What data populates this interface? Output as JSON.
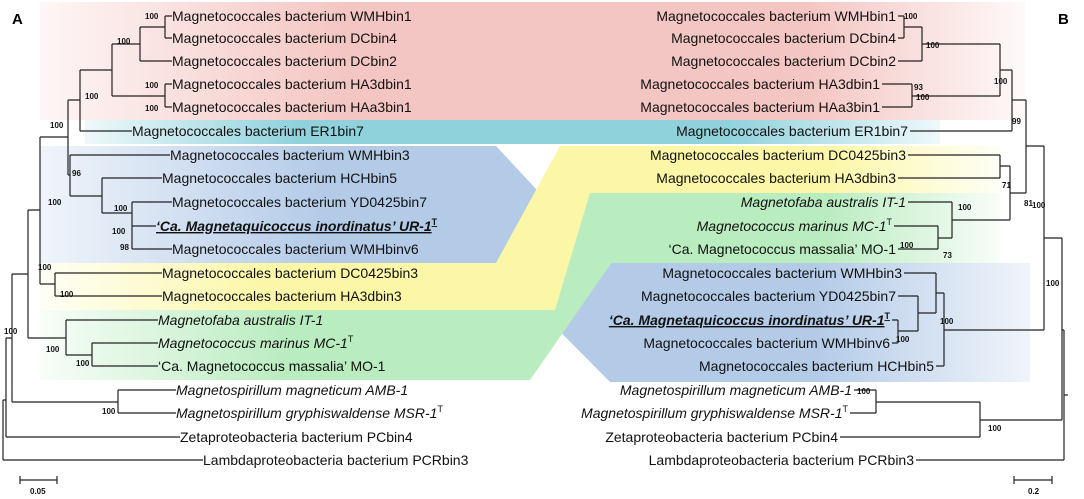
{
  "panels": {
    "a": "A",
    "b": "B"
  },
  "scale_a": "0.05",
  "scale_b": "0.2",
  "colors": {
    "red": "#f4c6c3",
    "cyan": "#8fd2dc",
    "blue": "#b4cbe8",
    "yellow": "#fbf7a6",
    "green": "#b9ecbf",
    "line": "#222222"
  },
  "tree_a": {
    "leaves": [
      {
        "id": "WMHbin1",
        "text": "Magnetococcales bacterium WMHbin1"
      },
      {
        "id": "DCbin4",
        "text": "Magnetococcales bacterium DCbin4"
      },
      {
        "id": "DCbin2",
        "text": "Magnetococcales bacterium DCbin2"
      },
      {
        "id": "HA3dbin1",
        "text": "Magnetococcales bacterium HA3dbin1"
      },
      {
        "id": "HAa3bin1",
        "text": "Magnetococcales bacterium HAa3bin1"
      },
      {
        "id": "ER1bin7",
        "text": "Magnetococcales bacterium ER1bin7"
      },
      {
        "id": "WMHbin3",
        "text": "Magnetococcales bacterium WMHbin3"
      },
      {
        "id": "HCHbin5",
        "text": "Magnetococcales bacterium HCHbin5"
      },
      {
        "id": "YD0425bin7",
        "text": "Magnetococcales bacterium YD0425bin7"
      },
      {
        "id": "UR1",
        "text": "‘Ca. Magnetaquicoccus inordinatus’ UR-1",
        "sup": "T"
      },
      {
        "id": "WMHbinv6",
        "text": "Magnetococcales bacterium WMHbinv6"
      },
      {
        "id": "DC0425bin3",
        "text": "Magnetococcales bacterium DC0425bin3"
      },
      {
        "id": "HA3dbin3",
        "text": "Magnetococcales bacterium HA3dbin3"
      },
      {
        "id": "IT1",
        "text": "Magnetofaba australis IT-1"
      },
      {
        "id": "MC1",
        "text": "Magnetococcus marinus MC-1",
        "sup": "T"
      },
      {
        "id": "MO1",
        "text": "‘Ca. Magnetococcus massalia’ MO-1"
      },
      {
        "id": "AMB1",
        "text": "Magnetospirillum magneticum AMB-1"
      },
      {
        "id": "MSR1",
        "text": "Magnetospirillum gryphiswaldense MSR-1",
        "sup": "T"
      },
      {
        "id": "PCbin4",
        "text": "Zetaproteobacteria bacterium PCbin4"
      },
      {
        "id": "PCRbin3",
        "text": "Lambdaproteobacteria bacterium PCRbin3"
      }
    ],
    "bootstrap": [
      "100",
      "100",
      "100",
      "100",
      "100",
      "96",
      "100",
      "100",
      "98",
      "100",
      "100",
      "100",
      "100",
      "100",
      "100",
      "100",
      "100"
    ]
  },
  "tree_b": {
    "leaves": [
      {
        "id": "WMHbin1",
        "text": "Magnetococcales bacterium WMHbin1"
      },
      {
        "id": "DCbin4",
        "text": "Magnetococcales bacterium DCbin4"
      },
      {
        "id": "DCbin2",
        "text": "Magnetococcales bacterium DCbin2"
      },
      {
        "id": "HA3dbin1",
        "text": "Magnetococcales bacterium HA3dbin1"
      },
      {
        "id": "HAa3bin1",
        "text": "Magnetococcales bacterium HAa3bin1"
      },
      {
        "id": "ER1bin7",
        "text": "Magnetococcales bacterium ER1bin7"
      },
      {
        "id": "DC0425bin3",
        "text": "Magnetococcales bacterium DC0425bin3"
      },
      {
        "id": "HA3dbin3",
        "text": "Magnetococcales bacterium HA3dbin3"
      },
      {
        "id": "IT1",
        "text": "Magnetofaba australis IT-1"
      },
      {
        "id": "MC1",
        "text": "Magnetococcus marinus MC-1",
        "sup": "T"
      },
      {
        "id": "MO1",
        "text": "‘Ca. Magnetococcus massalia’ MO-1"
      },
      {
        "id": "WMHbin3",
        "text": "Magnetococcales bacterium WMHbin3"
      },
      {
        "id": "YD0425bin7",
        "text": "Magnetococcales bacterium YD0425bin7"
      },
      {
        "id": "UR1",
        "text": "‘Ca. Magnetaquicoccus inordinatus’ UR-1",
        "sup": "T"
      },
      {
        "id": "WMHbinv6",
        "text": "Magnetococcales bacterium WMHbinv6"
      },
      {
        "id": "HCHbin5",
        "text": "Magnetococcales bacterium HCHbin5"
      },
      {
        "id": "AMB1",
        "text": "Magnetospirillum magneticum AMB-1"
      },
      {
        "id": "MSR1",
        "text": "Magnetospirillum gryphiswaldense MSR-1",
        "sup": "T"
      },
      {
        "id": "PCbin4",
        "text": "Zetaproteobacteria bacterium PCbin4"
      },
      {
        "id": "PCRbin3",
        "text": "Lambdaproteobacteria bacterium PCRbin3"
      }
    ],
    "bootstrap": [
      "100",
      "100",
      "93",
      "100",
      "100",
      "99",
      "71",
      "100",
      "73",
      "100",
      "100",
      "81",
      "100",
      "100",
      "100",
      "100",
      "100"
    ]
  }
}
